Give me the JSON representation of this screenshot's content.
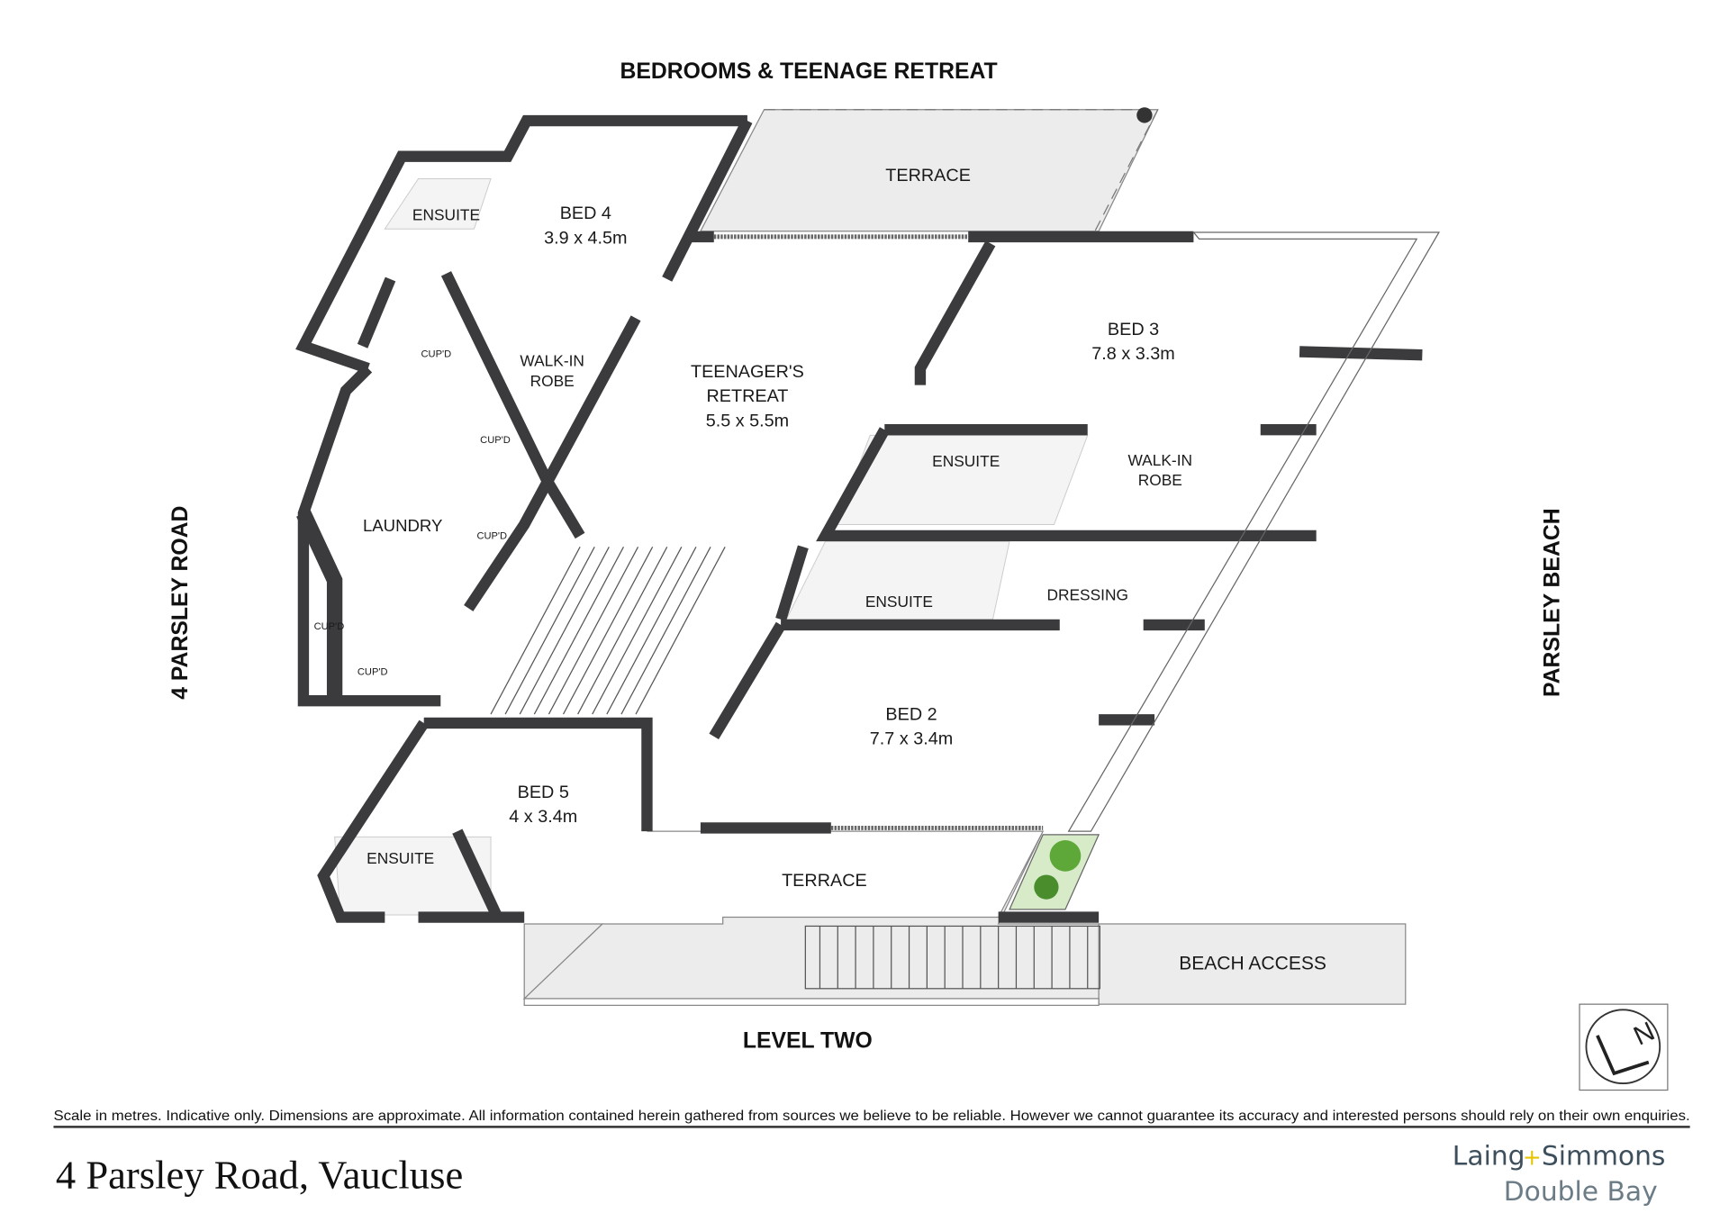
{
  "title": "BEDROOMS & TEENAGE RETREAT",
  "level": "LEVEL TWO",
  "streets": {
    "left": "4 PARSLEY ROAD",
    "right": "PARSLEY BEACH"
  },
  "rooms": {
    "terrace_top": "TERRACE",
    "bed4_name": "BED 4",
    "bed4_size": "3.9 x 4.5m",
    "ensuite_bed4": "ENSUITE",
    "walkin_robe_1a": "WALK-IN",
    "walkin_robe_1b": "ROBE",
    "retreat_a": "TEENAGER'S",
    "retreat_b": "RETREAT",
    "retreat_size": "5.5 x 5.5m",
    "bed3_name": "BED 3",
    "bed3_size": "7.8 x 3.3m",
    "ensuite_bed3": "ENSUITE",
    "walkin_robe_2a": "WALK-IN",
    "walkin_robe_2b": "ROBE",
    "laundry": "LAUNDRY",
    "cupd": "CUP'D",
    "ensuite_bed2": "ENSUITE",
    "dressing": "DRESSING",
    "bed2_name": "BED 2",
    "bed2_size": "7.7 x 3.4m",
    "bed5_name": "BED 5",
    "bed5_size": "4 x 3.4m",
    "ensuite_bed5": "ENSUITE",
    "terrace_bottom": "TERRACE",
    "beach_access": "BEACH ACCESS"
  },
  "disclaimer": "Scale in metres. Indicative only. Dimensions are approximate. All information contained herein gathered from sources we believe to be reliable. However we cannot guarantee its accuracy and interested persons should rely on their own enquiries.",
  "address": "4 Parsley Road, Vaucluse",
  "agency": {
    "name_a": "Laing",
    "name_b": "Simmons",
    "office": "Double Bay"
  },
  "compass": "N",
  "colors": {
    "wall": "#3b3b3d",
    "terrace": "#ececec",
    "brand": "#3d4f5c",
    "accent": "#e8c400",
    "garden": "#5ea83a"
  }
}
